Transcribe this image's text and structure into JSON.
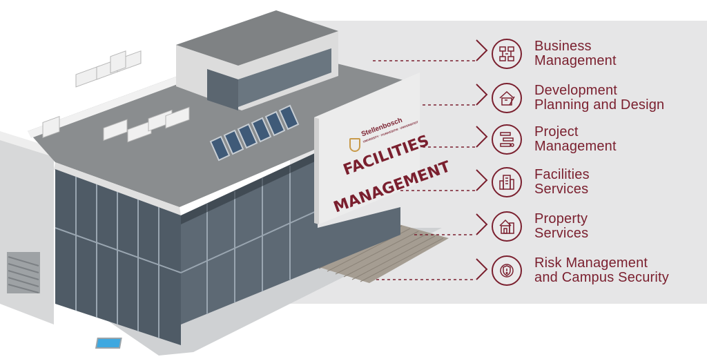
{
  "sign": {
    "brand_name": "Stellenbosch",
    "brand_sub": "UNIVERSITY · IYUNIVESITHI · UNIVERSITEIT",
    "line1": "FACILITIES",
    "line2": "MANAGEMENT"
  },
  "services": [
    {
      "label": "Business\nManagement",
      "icon": "business-management-icon"
    },
    {
      "label": "Development\nPlanning and Design",
      "icon": "development-planning-icon"
    },
    {
      "label": "Project\nManagement",
      "icon": "project-management-icon"
    },
    {
      "label": "Facilities\nServices",
      "icon": "facilities-services-icon"
    },
    {
      "label": "Property\nServices",
      "icon": "property-services-icon"
    },
    {
      "label": "Risk Management\nand Campus Security",
      "icon": "risk-security-icon"
    }
  ],
  "colors": {
    "accent": "#7a1f2e",
    "panel": "#e6e6e7",
    "roof": "#8a8d8f",
    "glass": "#4f5b66"
  }
}
